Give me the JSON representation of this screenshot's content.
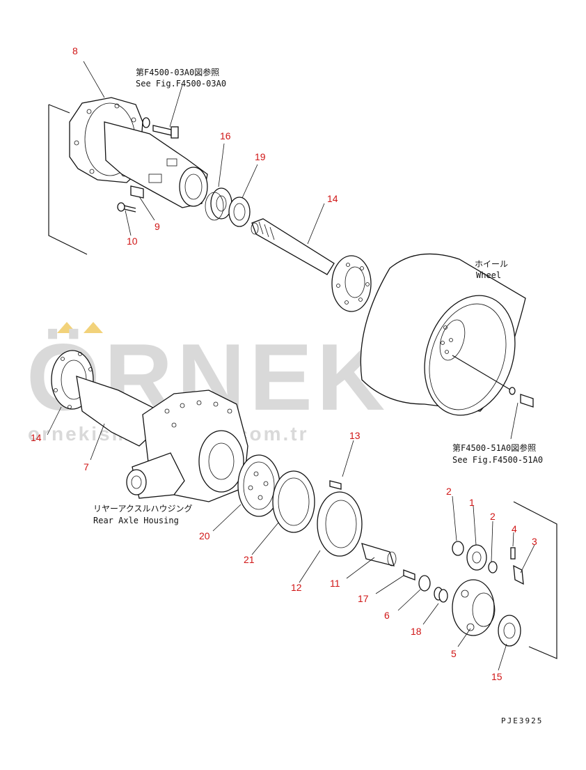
{
  "watermark": {
    "brand": "ÖRNEK",
    "site": "ornekismakinalari.com.tr",
    "accent_color": "#f2d27a",
    "text_color": "#d9d9d9"
  },
  "notes": {
    "ref_top_jp": "第F4500-03A0図参照",
    "ref_top_en": "See Fig.F4500-03A0",
    "wheel_jp": "ホイール",
    "wheel_en": "Wheel",
    "ref_bottom_jp": "第F4500-51A0図参照",
    "ref_bottom_en": "See Fig.F4500-51A0",
    "housing_jp": "リヤーアクスルハウジング",
    "housing_en": "Rear Axle Housing",
    "drawing_code": "PJE3925"
  },
  "part_numbers": {
    "p8": "8",
    "p16": "16",
    "p19": "19",
    "p14_top": "14",
    "p9": "9",
    "p10": "10",
    "p14_left": "14",
    "p7": "7",
    "p13": "13",
    "p20": "20",
    "p21": "21",
    "p12": "12",
    "p11": "11",
    "p17": "17",
    "p6": "6",
    "p18": "18",
    "p2_left": "2",
    "p1": "1",
    "p2_right": "2",
    "p4": "4",
    "p3": "3",
    "p5": "5",
    "p15": "15"
  },
  "colors": {
    "callout": "#d01515",
    "line": "#111111"
  }
}
